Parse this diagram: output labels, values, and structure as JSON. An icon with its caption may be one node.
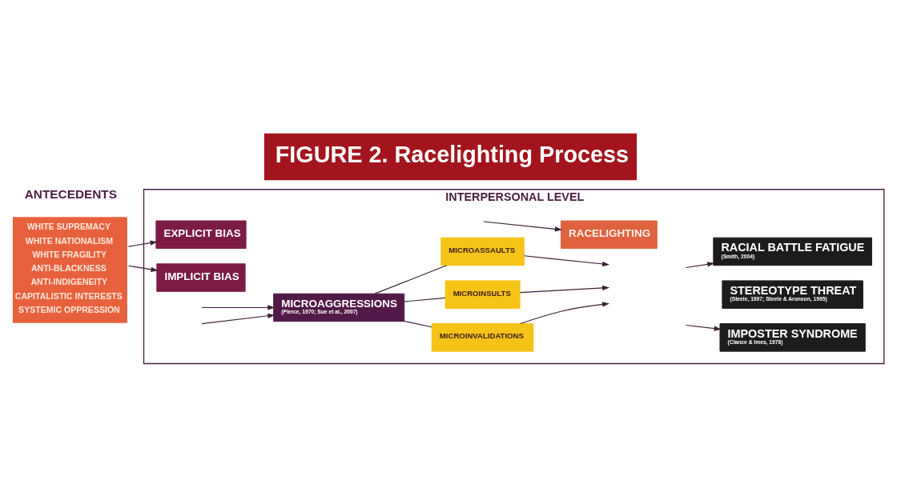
{
  "diagram": {
    "title": "FIGURE 2. Racelighting Process",
    "nodes": [
      {
        "text": [
          "ANTECEDENTS",
          "WHITE SUPREMACY",
          "WHITE NATIONALISM",
          "WHITE FRAGILITY",
          "ANTI-BLACKNESS",
          "ANTI-INDIGENEITY",
          "CAPITALISTIC INTERESTS",
          "SYSTEMIC OPPRESSION"
        ]
      },
      {
        "text": [
          "INTERPERSONAL LEVEL"
        ]
      },
      {
        "text": [
          "EXPLICIT BIAS"
        ],
        "in": 1
      },
      {
        "text": [
          "IMPLICIT BIAS"
        ],
        "in": 1
      },
      {
        "text": [
          "MICROAGGRESSIONS",
          "(Pierce, 1970; Sue et al., 2007)"
        ],
        "in": 1
      },
      {
        "text": [
          "MICROASSAULTS"
        ],
        "in": 1
      },
      {
        "text": [
          "MICROINSULTS"
        ],
        "in": 1
      },
      {
        "text": [
          "MICROINVALIDATIONS"
        ],
        "in": 1
      },
      {
        "text": [
          "RACELIGHTING"
        ],
        "in": 1
      },
      {
        "text": [
          "RACIAL BATTLE FATIGUE",
          "(Smith, 2004)"
        ],
        "in": 1
      },
      {
        "text": [
          "STEREOTYPE THREAT",
          "(Steele, 1997; Steele & Aronson, 1995)"
        ],
        "in": 1
      },
      {
        "text": [
          "IMPOSTER SYNDROME",
          "(Clance & Imes, 1978)"
        ],
        "in": 1
      }
    ],
    "edges": [
      {
        "from": 0,
        "to": 2,
        "arrow": "to"
      },
      {
        "from": 0,
        "to": 3,
        "arrow": "to"
      },
      {
        "from": null,
        "to": 4,
        "arrow": "to"
      },
      {
        "from": 4,
        "to": 5,
        "arrow": "none"
      },
      {
        "from": 4,
        "to": 6,
        "arrow": "none"
      },
      {
        "from": 4,
        "to": 7,
        "arrow": "none"
      },
      {
        "from": null,
        "to": 4,
        "arrow": "to"
      },
      {
        "from": null,
        "to": 8,
        "arrow": "to"
      },
      {
        "from": 5,
        "to": null,
        "arrow": "to"
      },
      {
        "from": 6,
        "to": null,
        "arrow": "to"
      },
      {
        "from": 7,
        "to": null,
        "arrow": "to"
      },
      {
        "from": null,
        "to": 9,
        "arrow": "to"
      },
      {
        "from": null,
        "to": 11,
        "arrow": "to"
      }
    ]
  }
}
